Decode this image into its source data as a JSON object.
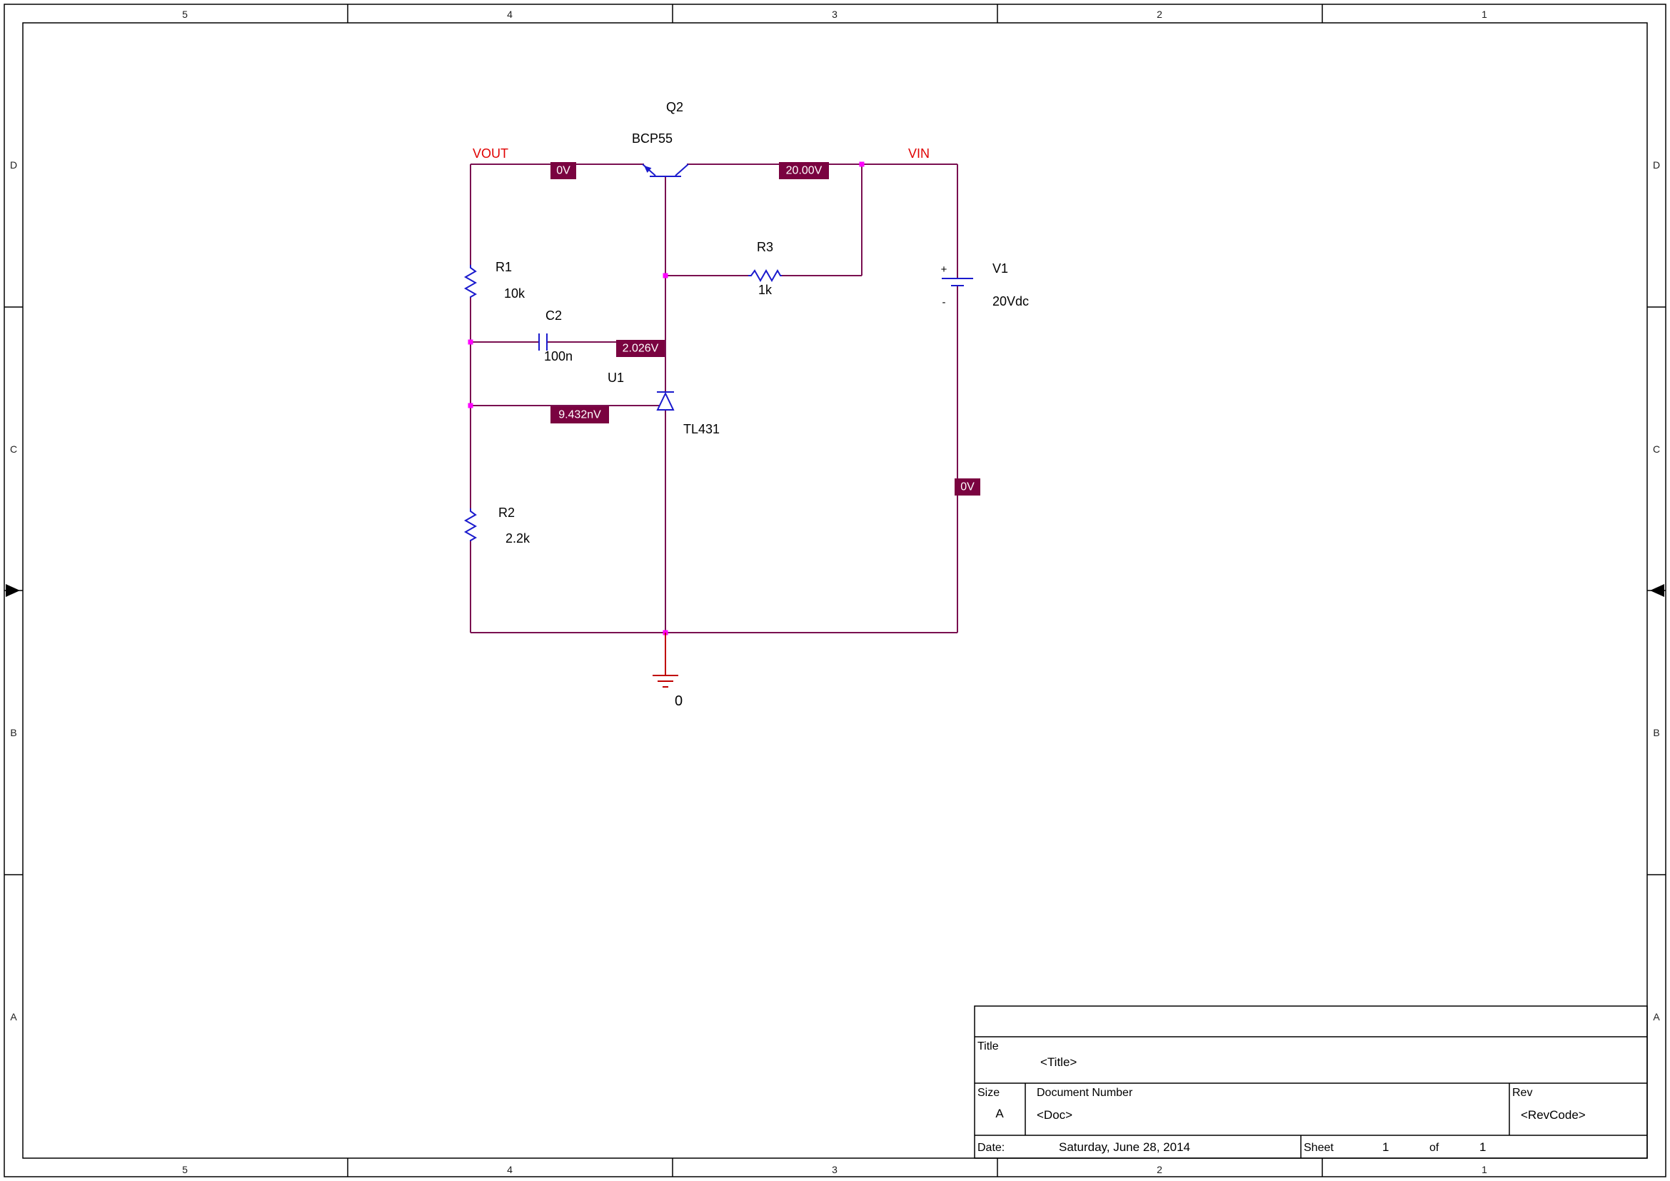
{
  "colors": {
    "wire": "#7A1050",
    "symbol_blue": "#1A1ACD",
    "net_label_red": "#E00000",
    "probe_bg": "#7A0340",
    "probe_text": "#FFFFFF",
    "junction_magenta": "#FF00FF",
    "ground_red": "#C00000",
    "frame_black": "#000000"
  },
  "frame": {
    "cols": [
      "5",
      "4",
      "3",
      "2",
      "1"
    ],
    "rows": [
      "D",
      "C",
      "B",
      "A"
    ]
  },
  "components": {
    "q2": {
      "ref": "Q2",
      "value": "BCP55"
    },
    "r1": {
      "ref": "R1",
      "value": "10k"
    },
    "r2": {
      "ref": "R2",
      "value": "2.2k"
    },
    "r3": {
      "ref": "R3",
      "value": "1k"
    },
    "c2": {
      "ref": "C2",
      "value": "100n"
    },
    "u1": {
      "ref": "U1",
      "value": "TL431"
    },
    "v1": {
      "ref": "V1",
      "value": "20Vdc",
      "plus": "+",
      "minus": "-"
    }
  },
  "nets": {
    "vout": "VOUT",
    "vin": "VIN",
    "ground": "0"
  },
  "probes": {
    "vout": "0V",
    "vin": "20.00V",
    "cathode": "2.026V",
    "ref": "9.432nV",
    "source_neg": "0V"
  },
  "title_block": {
    "title_label": "Title",
    "title": "<Title>",
    "size_label": "Size",
    "size": "A",
    "doc_label": "Document Number",
    "doc": "<Doc>",
    "rev_label": "Rev",
    "rev": "<RevCode>",
    "date_label": "Date:",
    "date": "Saturday, June 28, 2014",
    "sheet_label": "Sheet",
    "sheet_number": "1",
    "of_label": "of",
    "sheet_total": "1"
  }
}
